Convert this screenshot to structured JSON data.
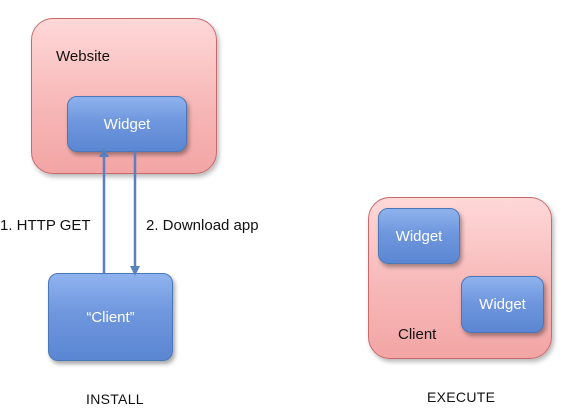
{
  "install": {
    "website_label": "Website",
    "widget_label": "Widget",
    "client_label": "“Client”",
    "step1_label": "1. HTTP GET",
    "step2_label": "2. Download app",
    "caption": "INSTALL"
  },
  "execute": {
    "client_label": "Client",
    "widget1_label": "Widget",
    "widget2_label": "Widget",
    "caption": "EXECUTE"
  },
  "colors": {
    "arrow": "#5b80be",
    "widget_fill": "#6f97de",
    "container_fill": "#f7b8b8"
  }
}
